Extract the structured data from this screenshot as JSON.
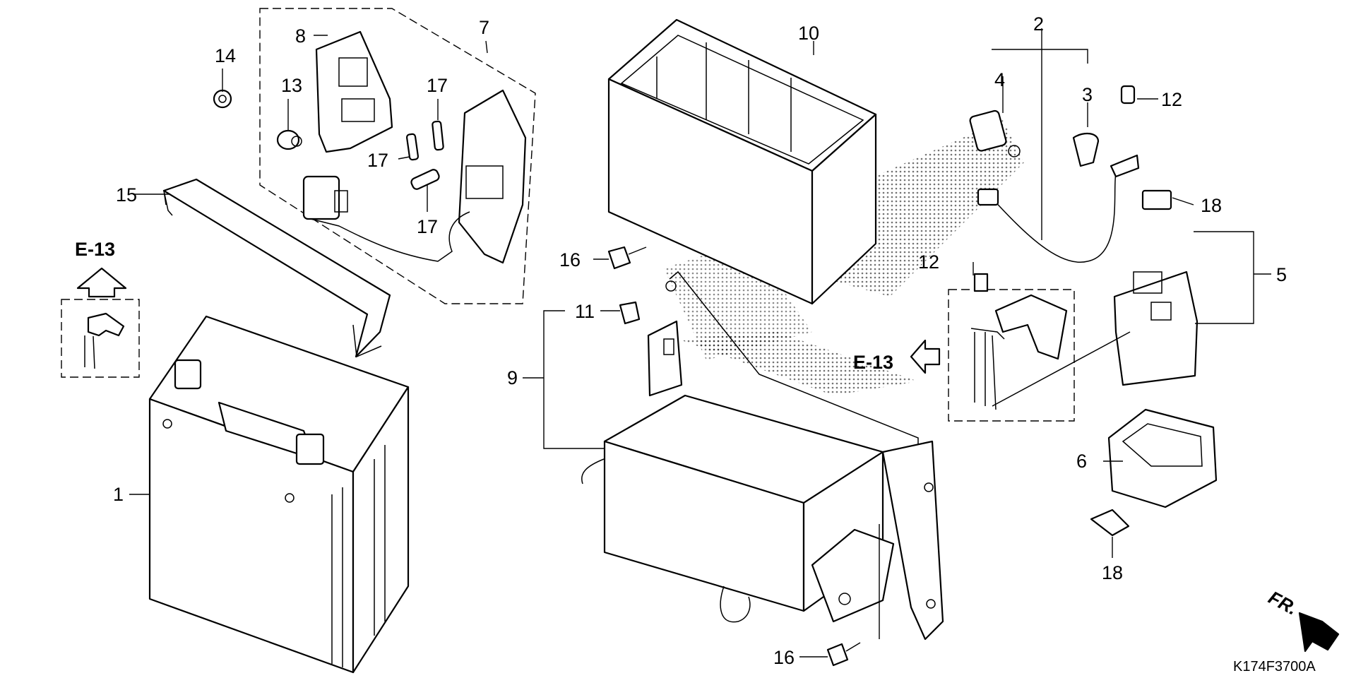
{
  "callouts": {
    "c1": "1",
    "c2": "2",
    "c3": "3",
    "c4": "4",
    "c5": "5",
    "c6": "6",
    "c7": "7",
    "c8": "8",
    "c9": "9",
    "c10": "10",
    "c11": "11",
    "c12a": "12",
    "c12b": "12",
    "c13": "13",
    "c14": "14",
    "c15": "15",
    "c16a": "16",
    "c16b": "16",
    "c17a": "17",
    "c17b": "17",
    "c17c": "17",
    "c18a": "18",
    "c18b": "18"
  },
  "refs": {
    "left": "E-13",
    "center": "E-13"
  },
  "front_label": "FR.",
  "drawing_code": "K174F3700A",
  "colors": {
    "ink": "#000000",
    "paper": "#ffffff"
  }
}
